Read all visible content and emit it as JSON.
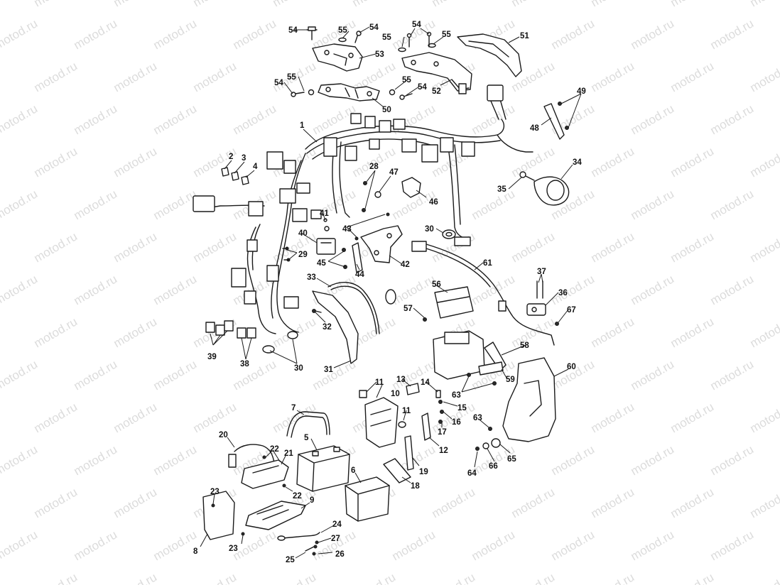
{
  "watermark": {
    "text": "motod.ru"
  },
  "callouts": [
    {
      "id": "c1",
      "text": "1"
    },
    {
      "id": "c2",
      "text": "2"
    },
    {
      "id": "c3",
      "text": "3"
    },
    {
      "id": "c4",
      "text": "4"
    },
    {
      "id": "c5",
      "text": "5"
    },
    {
      "id": "c6",
      "text": "6"
    },
    {
      "id": "c7",
      "text": "7"
    },
    {
      "id": "c8",
      "text": "8"
    },
    {
      "id": "c9",
      "text": "9"
    },
    {
      "id": "c10",
      "text": "10"
    },
    {
      "id": "c11a",
      "text": "11"
    },
    {
      "id": "c11b",
      "text": "11"
    },
    {
      "id": "c12",
      "text": "12"
    },
    {
      "id": "c13",
      "text": "13"
    },
    {
      "id": "c14",
      "text": "14"
    },
    {
      "id": "c15",
      "text": "15"
    },
    {
      "id": "c16",
      "text": "16"
    },
    {
      "id": "c17",
      "text": "17"
    },
    {
      "id": "c18",
      "text": "18"
    },
    {
      "id": "c19",
      "text": "19"
    },
    {
      "id": "c20",
      "text": "20"
    },
    {
      "id": "c21",
      "text": "21"
    },
    {
      "id": "c22a",
      "text": "22"
    },
    {
      "id": "c22b",
      "text": "22"
    },
    {
      "id": "c23a",
      "text": "23"
    },
    {
      "id": "c23b",
      "text": "23"
    },
    {
      "id": "c24",
      "text": "24"
    },
    {
      "id": "c25",
      "text": "25"
    },
    {
      "id": "c26",
      "text": "26"
    },
    {
      "id": "c27",
      "text": "27"
    },
    {
      "id": "c28",
      "text": "28"
    },
    {
      "id": "c29",
      "text": "29"
    },
    {
      "id": "c30a",
      "text": "30"
    },
    {
      "id": "c30b",
      "text": "30"
    },
    {
      "id": "c31",
      "text": "31"
    },
    {
      "id": "c32",
      "text": "32"
    },
    {
      "id": "c33",
      "text": "33"
    },
    {
      "id": "c34",
      "text": "34"
    },
    {
      "id": "c35",
      "text": "35"
    },
    {
      "id": "c36",
      "text": "36"
    },
    {
      "id": "c37",
      "text": "37"
    },
    {
      "id": "c38",
      "text": "38"
    },
    {
      "id": "c39",
      "text": "39"
    },
    {
      "id": "c40",
      "text": "40"
    },
    {
      "id": "c41",
      "text": "41"
    },
    {
      "id": "c42",
      "text": "42"
    },
    {
      "id": "c43",
      "text": "43"
    },
    {
      "id": "c44",
      "text": "44"
    },
    {
      "id": "c45",
      "text": "45"
    },
    {
      "id": "c46",
      "text": "46"
    },
    {
      "id": "c47",
      "text": "47"
    },
    {
      "id": "c48",
      "text": "48"
    },
    {
      "id": "c49",
      "text": "49"
    },
    {
      "id": "c50",
      "text": "50"
    },
    {
      "id": "c51",
      "text": "51"
    },
    {
      "id": "c52",
      "text": "52"
    },
    {
      "id": "c53",
      "text": "53"
    },
    {
      "id": "c54a",
      "text": "54"
    },
    {
      "id": "c54b",
      "text": "54"
    },
    {
      "id": "c54c",
      "text": "54"
    },
    {
      "id": "c54d",
      "text": "54"
    },
    {
      "id": "c54e",
      "text": "54"
    },
    {
      "id": "c55a",
      "text": "55"
    },
    {
      "id": "c55b",
      "text": "55"
    },
    {
      "id": "c55c",
      "text": "55"
    },
    {
      "id": "c55d",
      "text": "55"
    },
    {
      "id": "c55e",
      "text": "55"
    },
    {
      "id": "c56",
      "text": "56"
    },
    {
      "id": "c57",
      "text": "57"
    },
    {
      "id": "c58",
      "text": "58"
    },
    {
      "id": "c59",
      "text": "59"
    },
    {
      "id": "c60",
      "text": "60"
    },
    {
      "id": "c61",
      "text": "61"
    },
    {
      "id": "c63a",
      "text": "63"
    },
    {
      "id": "c63b",
      "text": "63"
    },
    {
      "id": "c64",
      "text": "64"
    },
    {
      "id": "c65",
      "text": "65"
    },
    {
      "id": "c66",
      "text": "66"
    },
    {
      "id": "c67",
      "text": "67"
    }
  ]
}
